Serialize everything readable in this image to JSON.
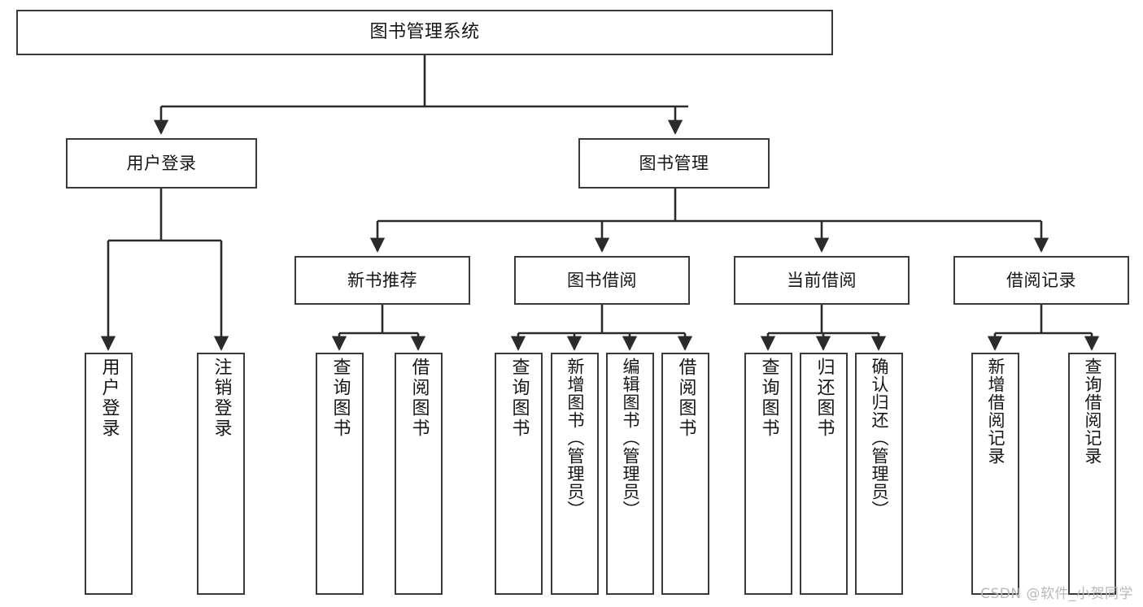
{
  "diagram": {
    "title": "图书管理系统",
    "type": "tree-hierarchy-chart",
    "watermark": "CSDN @软件_小贺同学",
    "colors": {
      "node_border": "#3a3a3a",
      "node_fill": "#ffffff",
      "edge": "#2b2b2b",
      "text": "#161616",
      "watermark": "#b9b9b9",
      "background": "#ffffff"
    },
    "nodes": {
      "root": {
        "label": "图书管理系统"
      },
      "level2": [
        {
          "id": "user-login",
          "label": "用户登录"
        },
        {
          "id": "book-manage",
          "label": "图书管理"
        }
      ],
      "level3": [
        {
          "id": "new-book-recommend",
          "label": "新书推荐"
        },
        {
          "id": "book-borrow",
          "label": "图书借阅"
        },
        {
          "id": "current-borrow",
          "label": "当前借阅"
        },
        {
          "id": "borrow-record",
          "label": "借阅记录"
        }
      ],
      "leaves": {
        "user_login": [
          {
            "id": "leaf-user-login",
            "label": "用户登录"
          },
          {
            "id": "leaf-logout-login",
            "label": "注销登录"
          }
        ],
        "new_book_recommend": [
          {
            "id": "leaf-query-book-1",
            "label": "查询图书"
          },
          {
            "id": "leaf-borrow-book-1",
            "label": "借阅图书"
          }
        ],
        "book_borrow": [
          {
            "id": "leaf-query-book-2",
            "label": "查询图书"
          },
          {
            "id": "leaf-add-book",
            "label": "新增图书（管理员）"
          },
          {
            "id": "leaf-edit-book",
            "label": "编辑图书（管理员）"
          },
          {
            "id": "leaf-borrow-book-2",
            "label": "借阅图书"
          }
        ],
        "current_borrow": [
          {
            "id": "leaf-query-book-3",
            "label": "查询图书"
          },
          {
            "id": "leaf-return-book",
            "label": "归还图书"
          },
          {
            "id": "leaf-confirm-return",
            "label": "确认归还（管理员）"
          }
        ],
        "borrow_record": [
          {
            "id": "leaf-add-record",
            "label": "新增借阅记录"
          },
          {
            "id": "leaf-query-record",
            "label": "查询借阅记录"
          }
        ]
      }
    }
  }
}
